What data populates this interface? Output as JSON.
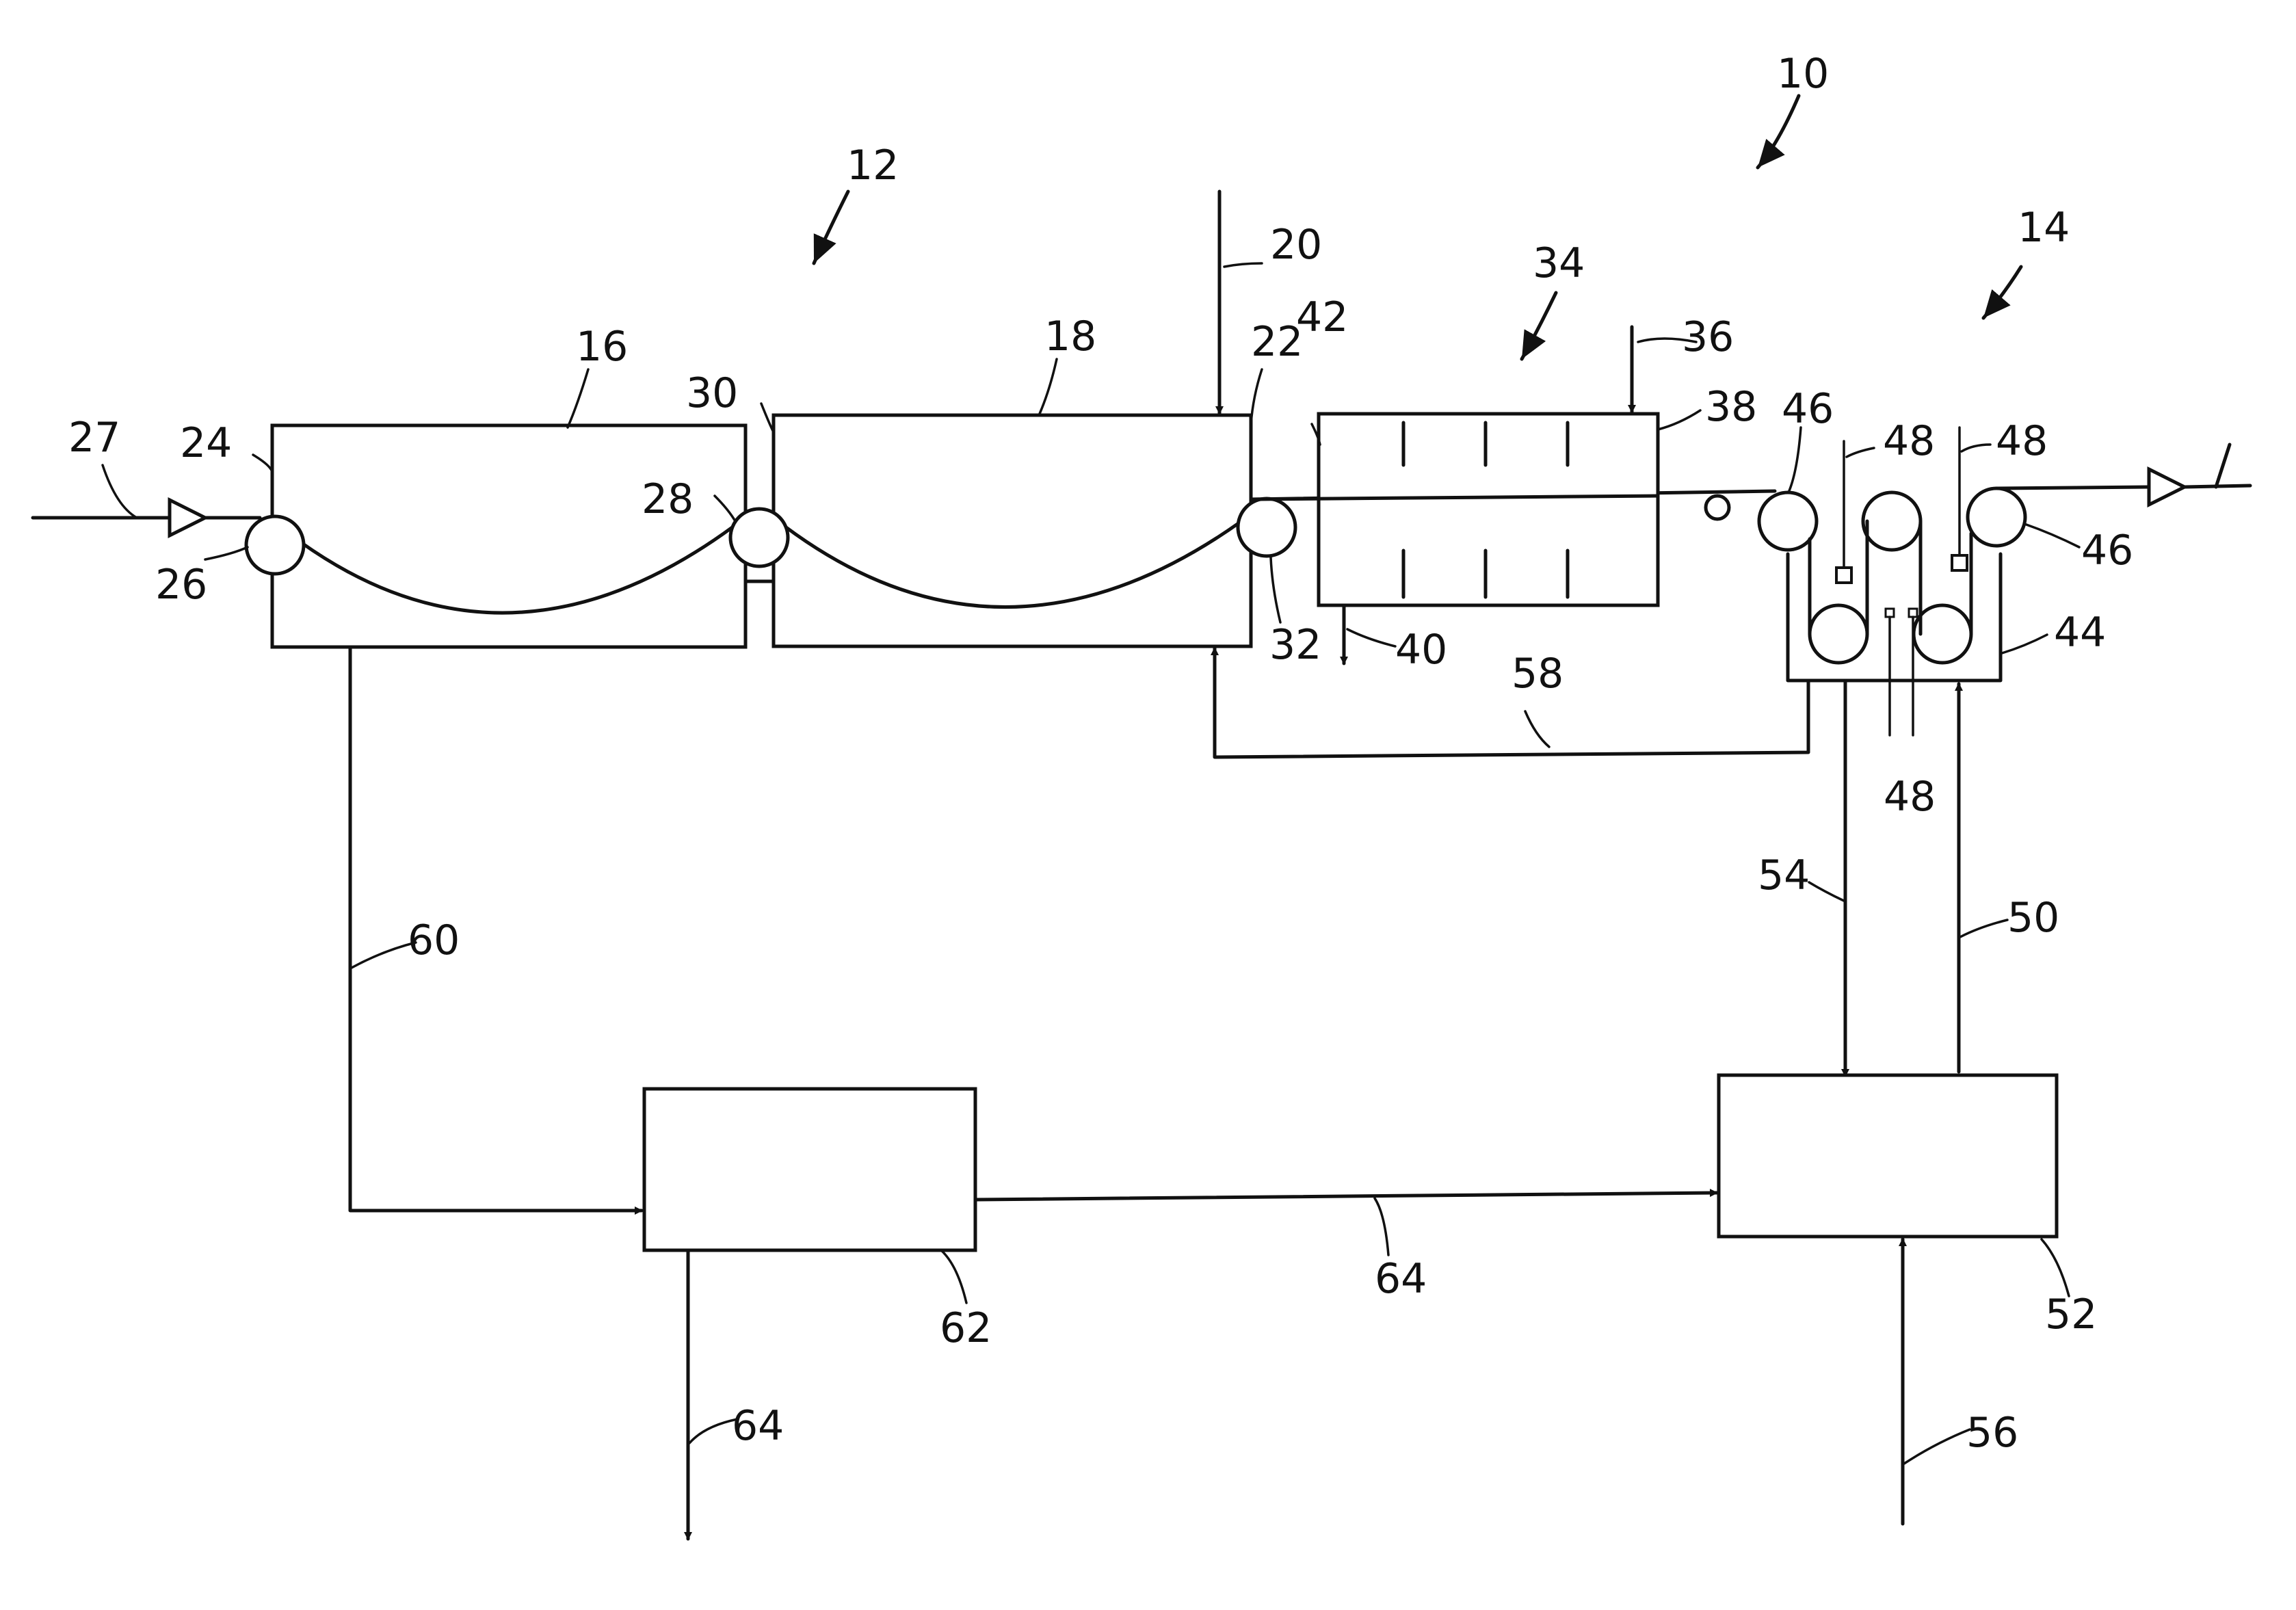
{
  "labels": {
    "l10": "10",
    "l12": "12",
    "l14": "14",
    "l16": "16",
    "l18": "18",
    "l20": "20",
    "l22": "22",
    "l24": "24",
    "l26": "26",
    "l27": "27",
    "l28": "28",
    "l30": "30",
    "l32": "32",
    "l34": "34",
    "l36": "36",
    "l38": "38",
    "l40": "40",
    "l42": "42",
    "l44": "44",
    "l46a": "46",
    "l46b": "46",
    "l48a": "48",
    "l48b": "48",
    "l48c": "48",
    "l50": "50",
    "l52": "52",
    "l54": "54",
    "l56": "56",
    "l58": "58",
    "l60": "60",
    "l62": "62",
    "l64a": "64",
    "l64b": "64"
  }
}
